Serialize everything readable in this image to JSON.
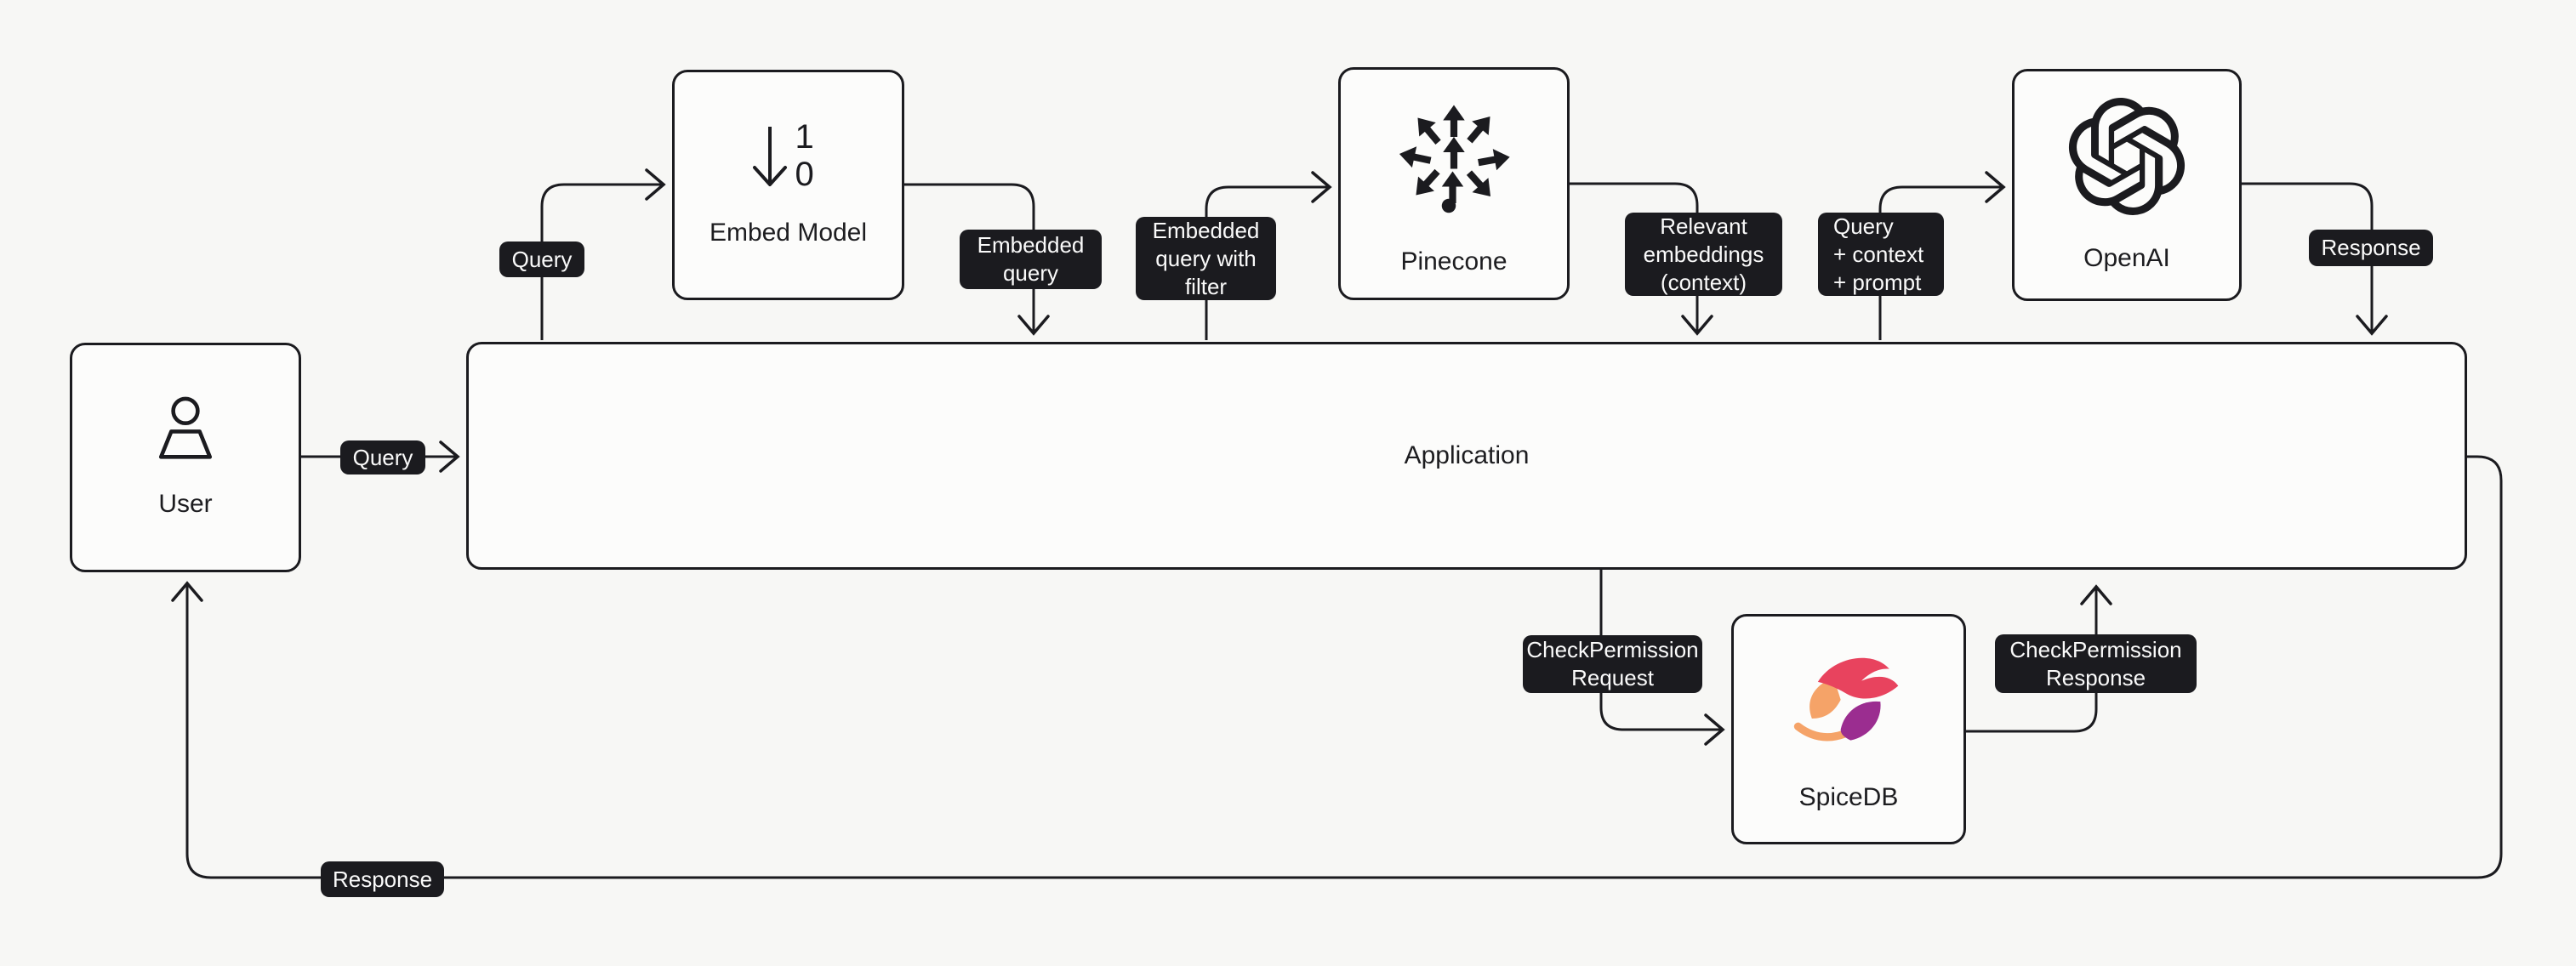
{
  "title": "RAG with SpiceDB permission filtering architecture diagram",
  "colors": {
    "background": "#f7f7f5",
    "node_fill": "#fcfcfb",
    "ink": "#1b1b1f",
    "badge_bg": "#1b1b1f",
    "badge_text": "#fafafa",
    "spicedb_orange": "#f5a368",
    "spicedb_pink": "#e8435e",
    "spicedb_purple": "#9b2d90"
  },
  "nodes": [
    {
      "id": "user",
      "label": "User",
      "icon": "person-icon"
    },
    {
      "id": "embed-model",
      "label": "Embed Model",
      "icon": "binary-down-arrow-icon",
      "icon_digits": [
        "1",
        "0"
      ]
    },
    {
      "id": "pinecone",
      "label": "Pinecone",
      "icon": "pinecone-logo-icon"
    },
    {
      "id": "openai",
      "label": "OpenAI",
      "icon": "openai-logo-icon"
    },
    {
      "id": "application",
      "label": "Application",
      "icon": null
    },
    {
      "id": "spicedb",
      "label": "SpiceDB",
      "icon": "spicedb-logo-icon"
    }
  ],
  "edge_labels": [
    {
      "id": "query-user-to-app",
      "lines": [
        "Query"
      ]
    },
    {
      "id": "query-app-to-embed",
      "lines": [
        "Query"
      ]
    },
    {
      "id": "embedded-query",
      "lines": [
        "Embedded",
        "query"
      ]
    },
    {
      "id": "embedded-query-filter",
      "lines": [
        "Embedded",
        "query with",
        "filter"
      ]
    },
    {
      "id": "relevant-embeddings",
      "lines": [
        "Relevant",
        "embeddings",
        "(context)"
      ]
    },
    {
      "id": "query-context-prompt",
      "lines": [
        "Query",
        "+ context",
        "+ prompt"
      ]
    },
    {
      "id": "response-openai-to-app",
      "lines": [
        "Response"
      ]
    },
    {
      "id": "checkpermission-request",
      "lines": [
        "CheckPermission",
        "Request"
      ]
    },
    {
      "id": "checkpermission-response",
      "lines": [
        "CheckPermission",
        "Response"
      ]
    },
    {
      "id": "response-app-to-user",
      "lines": [
        "Response"
      ]
    }
  ],
  "edges": [
    {
      "from": "user",
      "to": "application",
      "label": "Query"
    },
    {
      "from": "application",
      "to": "embed-model",
      "label": "Query"
    },
    {
      "from": "embed-model",
      "to": "application",
      "label": "Embedded query"
    },
    {
      "from": "application",
      "to": "pinecone",
      "label": "Embedded query with filter"
    },
    {
      "from": "pinecone",
      "to": "application",
      "label": "Relevant embeddings (context)"
    },
    {
      "from": "application",
      "to": "openai",
      "label": "Query + context + prompt"
    },
    {
      "from": "openai",
      "to": "application",
      "label": "Response"
    },
    {
      "from": "application",
      "to": "spicedb",
      "label": "CheckPermission Request"
    },
    {
      "from": "spicedb",
      "to": "application",
      "label": "CheckPermission Response"
    },
    {
      "from": "application",
      "to": "user",
      "label": "Response"
    }
  ]
}
